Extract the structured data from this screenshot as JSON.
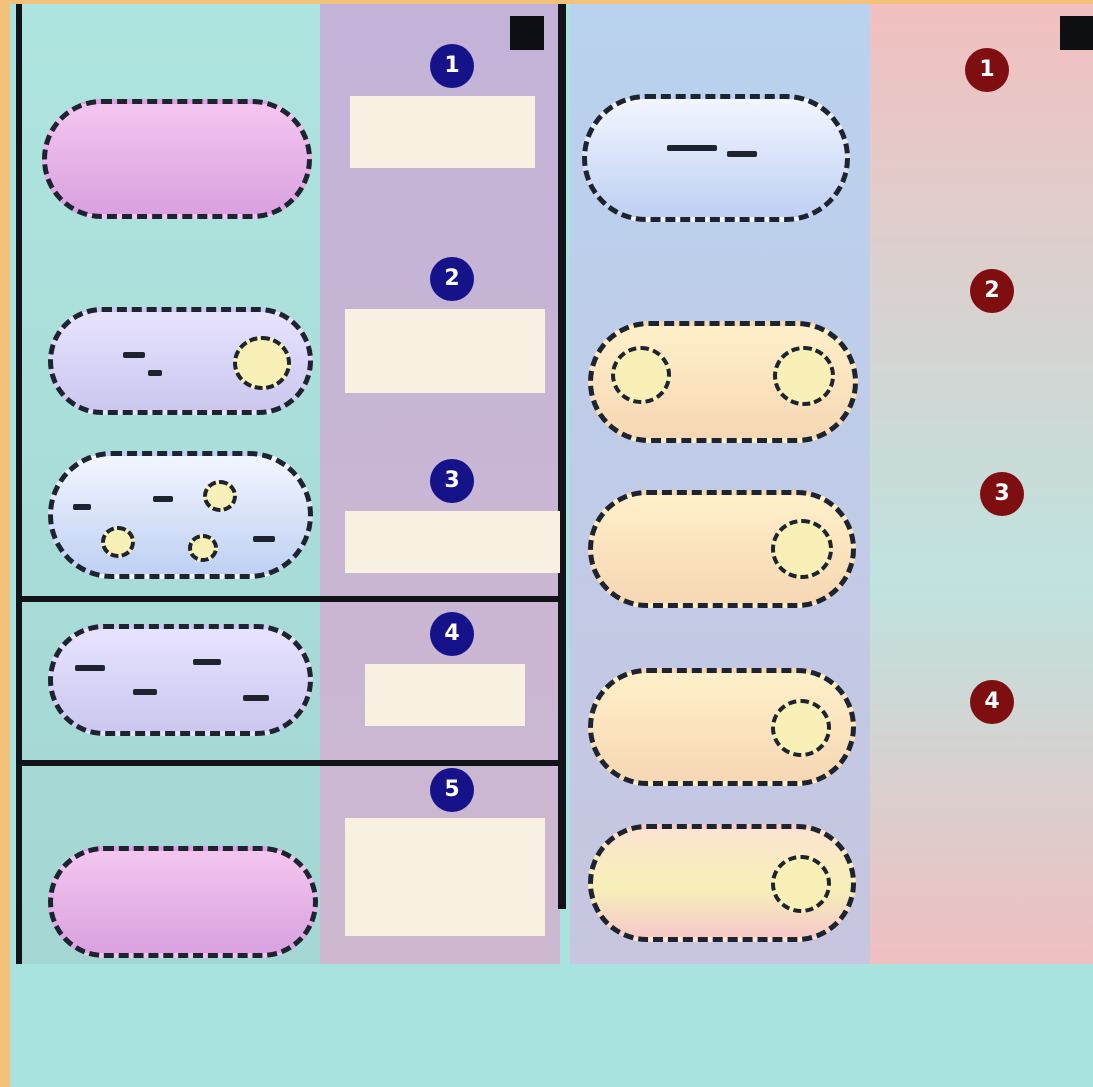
{
  "figure": {
    "left_column": {
      "steps": [
        {
          "badge": "1",
          "caption": "",
          "annotation": ""
        },
        {
          "badge": "2",
          "caption": "",
          "annotation": ""
        },
        {
          "badge": "3",
          "caption": "",
          "annotation": ""
        },
        {
          "badge": "4",
          "caption": "",
          "annotation": ""
        },
        {
          "badge": "5",
          "caption": "",
          "annotation": ""
        }
      ]
    },
    "right_column": {
      "steps": [
        {
          "badge": "1",
          "caption": "",
          "annotation": ""
        },
        {
          "badge": "2",
          "caption": "",
          "annotation": ""
        },
        {
          "badge": "3",
          "caption": ""
        },
        {
          "badge": "4",
          "caption": ""
        }
      ]
    },
    "footer_caption": "",
    "colors": {
      "left_badge": "#16128a",
      "right_badge": "#7e0e10",
      "outline": "#1d2430",
      "background": "#a9e3e0"
    }
  }
}
